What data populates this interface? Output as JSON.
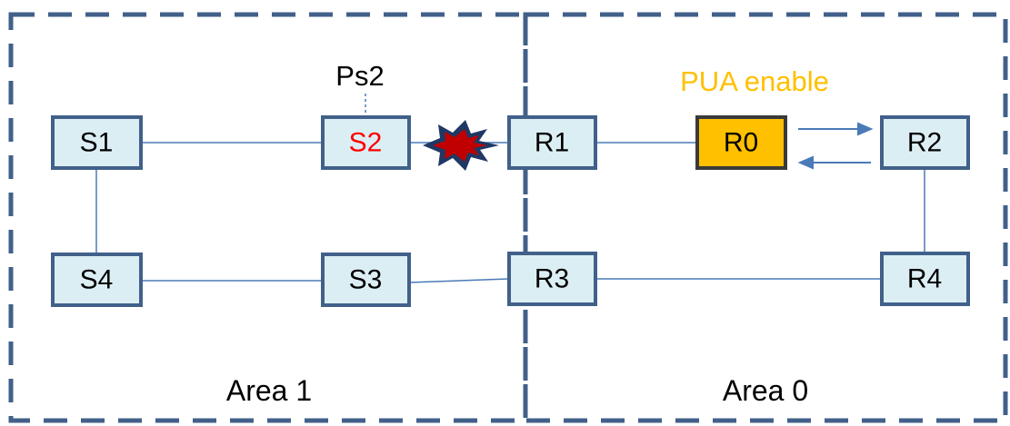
{
  "areas": [
    {
      "label": "Area 1"
    },
    {
      "label": "Area 0"
    }
  ],
  "routers": {
    "S1": {
      "label": "S1"
    },
    "S2": {
      "label": "S2",
      "text_color": "#ff0000"
    },
    "S3": {
      "label": "S3"
    },
    "S4": {
      "label": "S4"
    },
    "R1": {
      "label": "R1"
    },
    "R0": {
      "label": "R0",
      "fill": "#ffc000"
    },
    "R2": {
      "label": "R2"
    },
    "R3": {
      "label": "R3"
    },
    "R4": {
      "label": "R4"
    }
  },
  "annotations": {
    "ps2": "Ps2",
    "pua": "PUA enable"
  },
  "colors": {
    "border": "#41608a",
    "node_fill": "#dbeef4",
    "link": "#4a7ab8",
    "pua_text": "#ffc000",
    "failure_outer": "#1f3864",
    "failure_inner": "#c00000"
  }
}
